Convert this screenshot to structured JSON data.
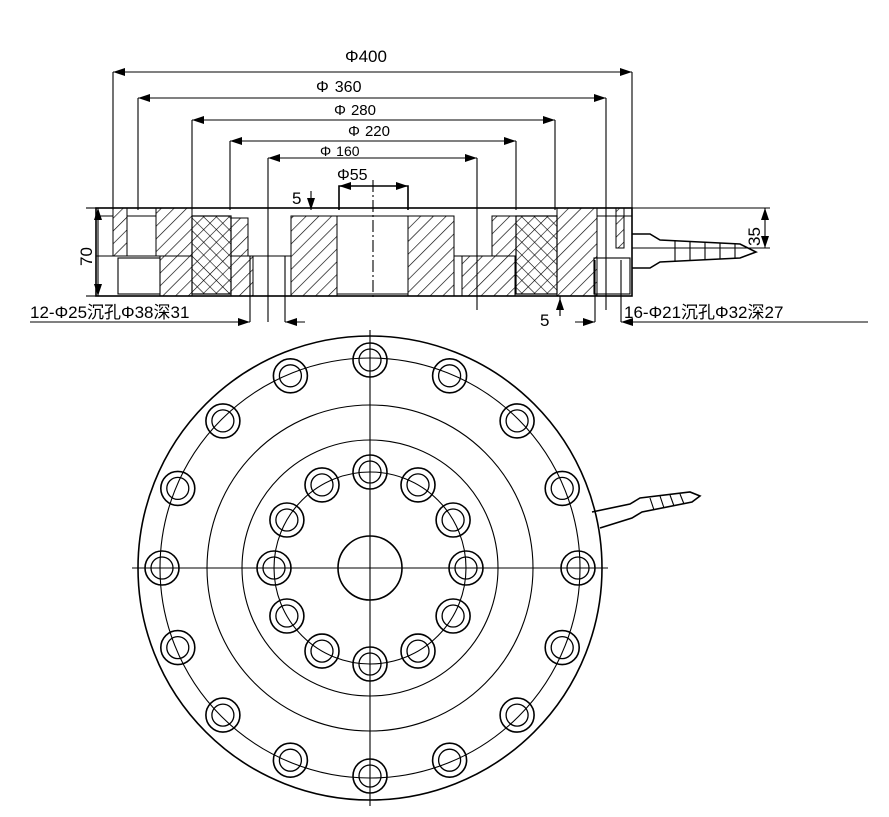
{
  "dimensions": {
    "d400": {
      "sym": "Φ",
      "val": "400"
    },
    "d360": {
      "sym": "Φ",
      "val": "360"
    },
    "d280": {
      "sym": "Φ",
      "val": "280"
    },
    "d220": {
      "sym": "Φ",
      "val": "220"
    },
    "d160": {
      "sym": "Φ",
      "val": "160"
    },
    "d55": {
      "sym": "Φ",
      "val": "55"
    },
    "step_top": "5",
    "step_bottom": "5",
    "height": "70",
    "cable_height": "35"
  },
  "callouts": {
    "inner_holes": "12-Φ25沉孔Φ38深31",
    "outer_holes": "16-Φ21沉孔Φ32深27"
  },
  "colors": {
    "line": "#000000",
    "background": "#ffffff"
  }
}
